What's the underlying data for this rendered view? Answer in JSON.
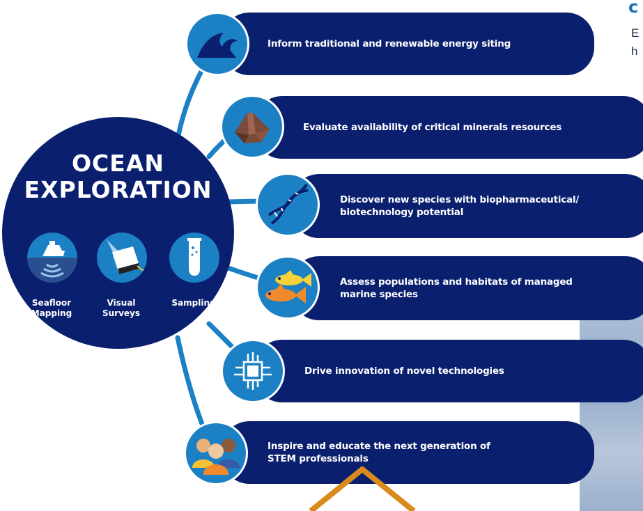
{
  "main": {
    "title_line1": "OCEAN",
    "title_line2": "EXPLORATION",
    "tools": [
      {
        "line1": "Seafloor",
        "line2": "Mapping",
        "icon": "ship-sonar-icon"
      },
      {
        "line1": "Visual",
        "line2": "Surveys",
        "icon": "rov-camera-icon"
      },
      {
        "line1": "Sampling",
        "line2": "",
        "icon": "test-tube-icon"
      }
    ]
  },
  "outcomes": [
    {
      "line1": "Inform traditional and renewable energy siting",
      "line2": "",
      "icon": "wave-icon"
    },
    {
      "line1": "Evaluate availability of critical minerals resources",
      "line2": "",
      "icon": "mineral-rock-icon"
    },
    {
      "line1": "Discover new species with biopharmaceutical/",
      "line2": "biotechnology potential",
      "icon": "dna-icon"
    },
    {
      "line1": "Assess populations and habitats of managed",
      "line2": "marine species",
      "icon": "fish-icon"
    },
    {
      "line1": "Drive innovation of novel technologies",
      "line2": "",
      "icon": "microchip-icon"
    },
    {
      "line1": "Inspire and educate the next generation of",
      "line2": "STEM professionals",
      "icon": "people-group-icon"
    }
  ],
  "corner": {
    "title_fragment": "c",
    "text_line1": "E",
    "text_line2": "h"
  },
  "colors": {
    "navy": "#0a1f6e",
    "blue": "#1b80c4",
    "connector": "#1b80c4",
    "orange": "#d98a1c"
  }
}
